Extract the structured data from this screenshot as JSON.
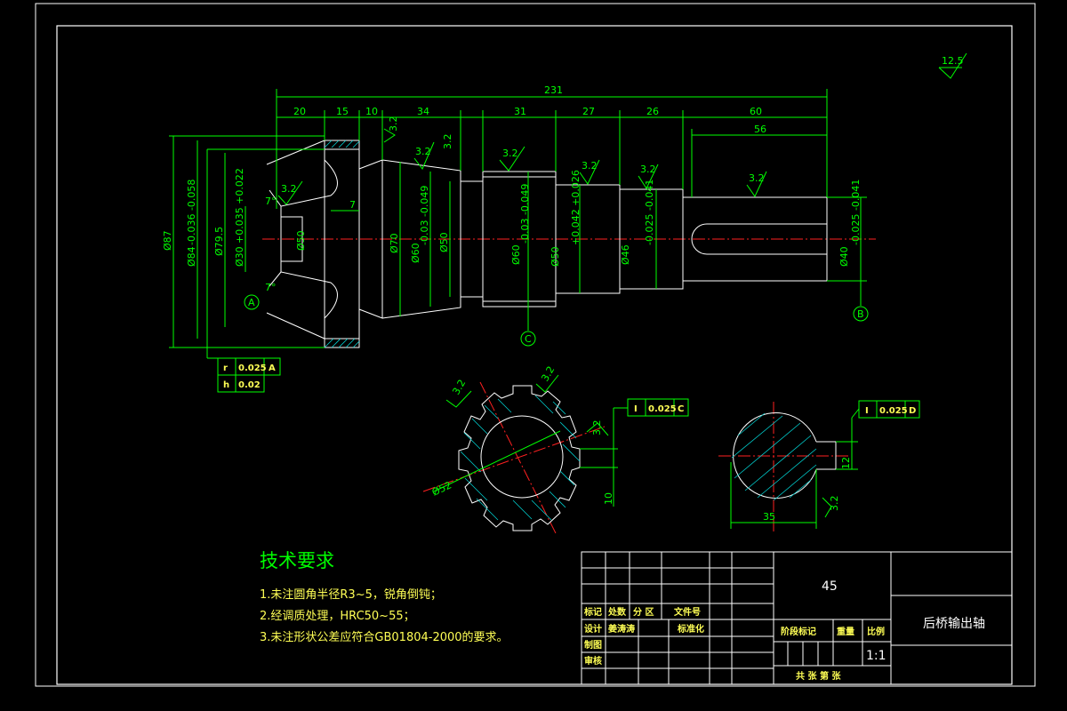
{
  "roughness": {
    "corner": "12.5",
    "general": "3.2"
  },
  "dims": {
    "overall": "231",
    "segments": [
      "20",
      "15",
      "10",
      "34",
      "31",
      "27",
      "26",
      "60"
    ],
    "sub_56": "56",
    "d87": "Ø87",
    "d84": "Ø84",
    "d84_tol": "-0.036 -0.058",
    "d79_5": "Ø79.5",
    "d30": "Ø30",
    "d30_tol": "+0.035 +0.022",
    "d50_bore": "Ø50",
    "d70": "Ø70",
    "d60_a": "Ø60",
    "d60_a_tol": "-0.03 -0.049",
    "d50_b": "Ø50",
    "d60_b": "Ø60",
    "d60_b_tol": "-0.03 -0.049",
    "d50_c": "Ø50",
    "d50_c_tol": "+0.042 +0.026",
    "d46": "Ø46",
    "d46_tol": "-0.025 -0.041",
    "d40": "Ø40",
    "d40_tol": "-0.025 -0.041",
    "d7": "7",
    "angle7a": "7°",
    "angle7b": "7°",
    "d52": "Ø52",
    "d10": "10",
    "key_depth": "35",
    "key_width": "12"
  },
  "datums": {
    "a": "A",
    "b": "B",
    "c": "C"
  },
  "tolerance_frames": {
    "left": [
      {
        "sym": "r",
        "val": "0.025",
        "ref": "A"
      },
      {
        "sym": "h",
        "val": "0.02",
        "ref": ""
      }
    ],
    "mid": {
      "sym": "I",
      "val": "0.025",
      "ref": "C"
    },
    "right": {
      "sym": "I",
      "val": "0.025",
      "ref": "D"
    }
  },
  "notes": {
    "title": "技术要求",
    "items": [
      "1.未注圆角半径R3~5，锐角倒钝；",
      "2.经调质处理，HRC50~55；",
      "3.未注形状公差应符合GB01804-2000的要求。"
    ]
  },
  "title_block": {
    "material": "45",
    "part_name": "后桥输出轴",
    "scale": "1:1",
    "labels": {
      "marks": "标记",
      "count": "处数",
      "zone": "分 区",
      "doc_no": "文件号",
      "design": "设计",
      "designer": "姜涛涛",
      "standardize": "标准化",
      "draft": "制图",
      "review": "审核",
      "stage": "阶段标记",
      "weight": "重量",
      "scale_label": "比例",
      "sheets": "共  张 第  张"
    }
  },
  "colors": {
    "background": "#000000",
    "outline": "#ffffff",
    "dimension": "#00ff00",
    "centerline": "#ff2020",
    "hatch": "#00d0d0"
  }
}
